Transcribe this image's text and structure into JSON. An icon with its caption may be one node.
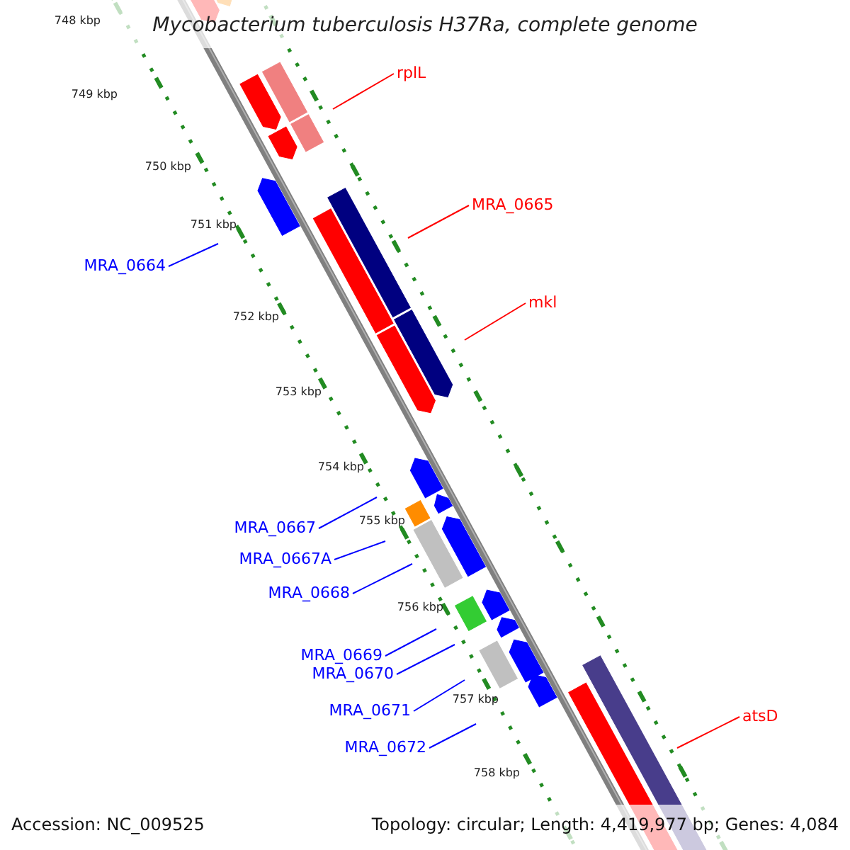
{
  "diagram": {
    "title": "Mycobacterium tuberculosis H37Ra, complete genome",
    "nodes": [
      {
        "text": [
          "rplL"
        ]
      },
      {
        "text": [
          "MRA_0665"
        ]
      },
      {
        "text": [
          "MRA_0664"
        ]
      },
      {
        "text": [
          "mkl"
        ]
      },
      {
        "text": [
          "MRA_0667"
        ]
      },
      {
        "text": [
          "MRA_0667A"
        ]
      },
      {
        "text": [
          "MRA_0668"
        ]
      },
      {
        "text": [
          "MRA_0669"
        ]
      },
      {
        "text": [
          "MRA_0670"
        ]
      },
      {
        "text": [
          "MRA_0671"
        ]
      },
      {
        "text": [
          "atsD"
        ]
      },
      {
        "text": [
          "MRA_0672"
        ]
      }
    ],
    "edges": [
      {
        "from": 0,
        "to": null,
        "arrow": "none",
        "color": "#ff0000"
      },
      {
        "from": 1,
        "to": null,
        "arrow": "none",
        "color": "#ff0000"
      },
      {
        "from": 2,
        "to": null,
        "arrow": "none"
      },
      {
        "from": 3,
        "to": null,
        "arrow": "none",
        "color": "#ff0000"
      },
      {
        "from": 4,
        "to": null,
        "arrow": "none"
      },
      {
        "from": 5,
        "to": null,
        "arrow": "none"
      },
      {
        "from": 6,
        "to": null,
        "arrow": "none"
      },
      {
        "from": 7,
        "to": null,
        "arrow": "none"
      },
      {
        "from": 8,
        "to": null,
        "arrow": "none"
      },
      {
        "from": 9,
        "to": null,
        "arrow": "none"
      },
      {
        "from": 10,
        "to": null,
        "arrow": "none",
        "color": "#ff0000"
      },
      {
        "from": 11,
        "to": null,
        "arrow": "none"
      }
    ],
    "labels": [
      "748 kbp",
      "749 kbp",
      "750 kbp",
      "751 kbp",
      "752 kbp",
      "753 kbp",
      "754 kbp",
      "755 kbp",
      "756 kbp",
      "757 kbp",
      "758 kbp",
      "Accession: NC_009525",
      "Topology: circular; Length: 4,419,977 bp; Genes: 4,084"
    ]
  }
}
